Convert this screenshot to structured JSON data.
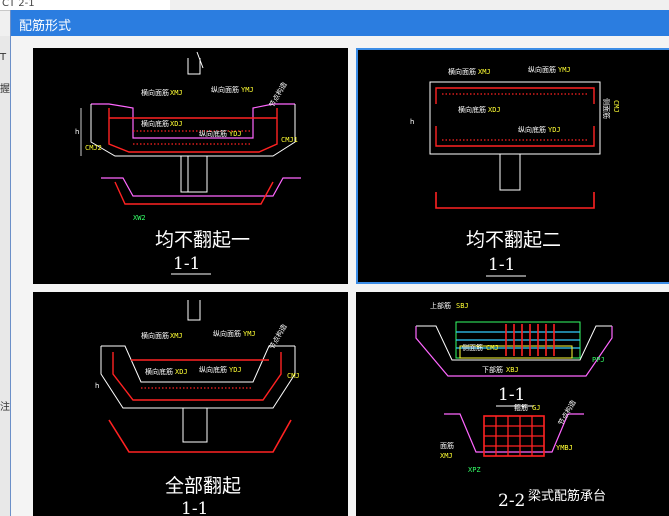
{
  "background": {
    "top_fragment": "CT 2-1",
    "side_fragments": [
      "T",
      "握",
      "注"
    ]
  },
  "dialog": {
    "title": "配筋形式"
  },
  "options": [
    {
      "caption": "均不翻起一",
      "section": "1-1",
      "labels": {
        "top_lateral": "横向面筋",
        "top_lateral_code": "XMJ",
        "top_long": "纵向面筋",
        "top_long_code": "YMJ",
        "bot_lateral": "横向底筋",
        "bot_lateral_code": "XDJ",
        "bot_long": "纵向底筋",
        "bot_long_code": "YDJ",
        "left_code": "CMJ2",
        "right_code": "CMJ1",
        "side": "节点构造",
        "edge": "XW2",
        "dim_h": "h"
      }
    },
    {
      "caption": "均不翻起二",
      "section": "1-1",
      "labels": {
        "top_lateral": "横向面筋",
        "top_lateral_code": "XMJ",
        "top_long": "纵向面筋",
        "top_long_code": "YMJ",
        "bot_lateral": "横向底筋",
        "bot_lateral_code": "XDJ",
        "bot_long": "纵向底筋",
        "bot_long_code": "YDJ",
        "side": "侧面筋",
        "side_code": "CMJ",
        "dim_h": "h"
      }
    },
    {
      "caption": "全部翻起",
      "section": "1-1",
      "labels": {
        "top_lateral": "横向面筋",
        "top_lateral_code": "XMJ",
        "top_long": "纵向面筋",
        "top_long_code": "YMJ",
        "bot_lateral": "横向底筋",
        "bot_lateral_code": "XDJ",
        "bot_long": "纵向底筋",
        "bot_long_code": "YDJ",
        "right_code": "CMJ",
        "side": "节点构造",
        "dim_h": "h"
      }
    },
    {
      "caption": "梁式配筋承台",
      "section_a": "1-1",
      "section_b": "2-2",
      "labels": {
        "top": "上部筋",
        "top_code": "SBJ",
        "side": "侧面筋",
        "side_code": "CMJ",
        "bottom": "下部筋",
        "bottom_code": "XBJ",
        "pp": "PPJ",
        "stirrup": "箍筋",
        "stirrup_code": "GJ",
        "xw": "XPZ",
        "xmj": "XMJ",
        "ymj": "YMBJ",
        "top_face": "面筋",
        "node": "节点构造"
      }
    }
  ]
}
